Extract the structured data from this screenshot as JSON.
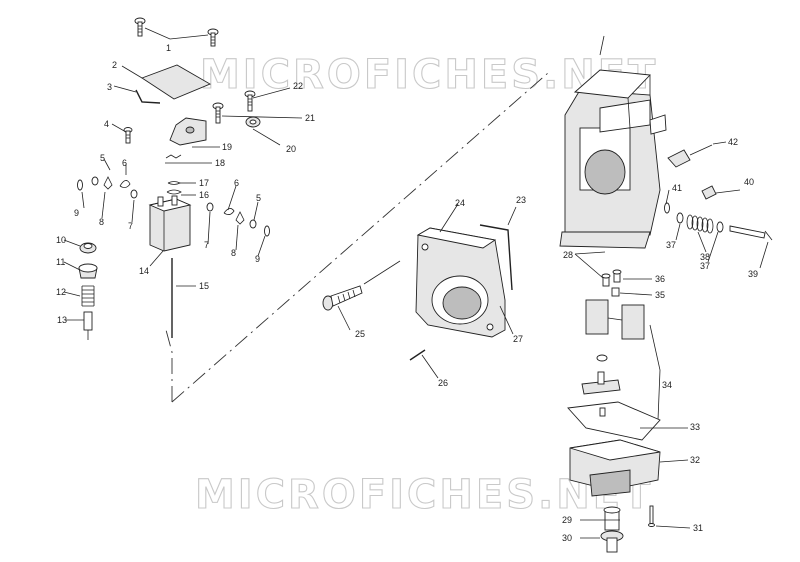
{
  "watermark": {
    "text": "MICROFICHES.NET"
  },
  "callouts": [
    "1",
    "2",
    "3",
    "4",
    "5",
    "6",
    "7",
    "8",
    "9",
    "10",
    "11",
    "12",
    "13",
    "14",
    "15",
    "16",
    "17",
    "18",
    "19",
    "20",
    "21",
    "22",
    "23",
    "24",
    "25",
    "26",
    "27",
    "28",
    "29",
    "30",
    "31",
    "32",
    "33",
    "34",
    "35",
    "36",
    "37",
    "38",
    "39",
    "40",
    "41",
    "42"
  ],
  "extra_callouts": {
    "c5b": "5",
    "c6b": "6",
    "c7b": "7",
    "c8b": "8",
    "c9b": "9",
    "c37b": "37"
  },
  "colors": {
    "ink": "#222222",
    "watermark": "#c9c9c9",
    "background": "#ffffff"
  }
}
